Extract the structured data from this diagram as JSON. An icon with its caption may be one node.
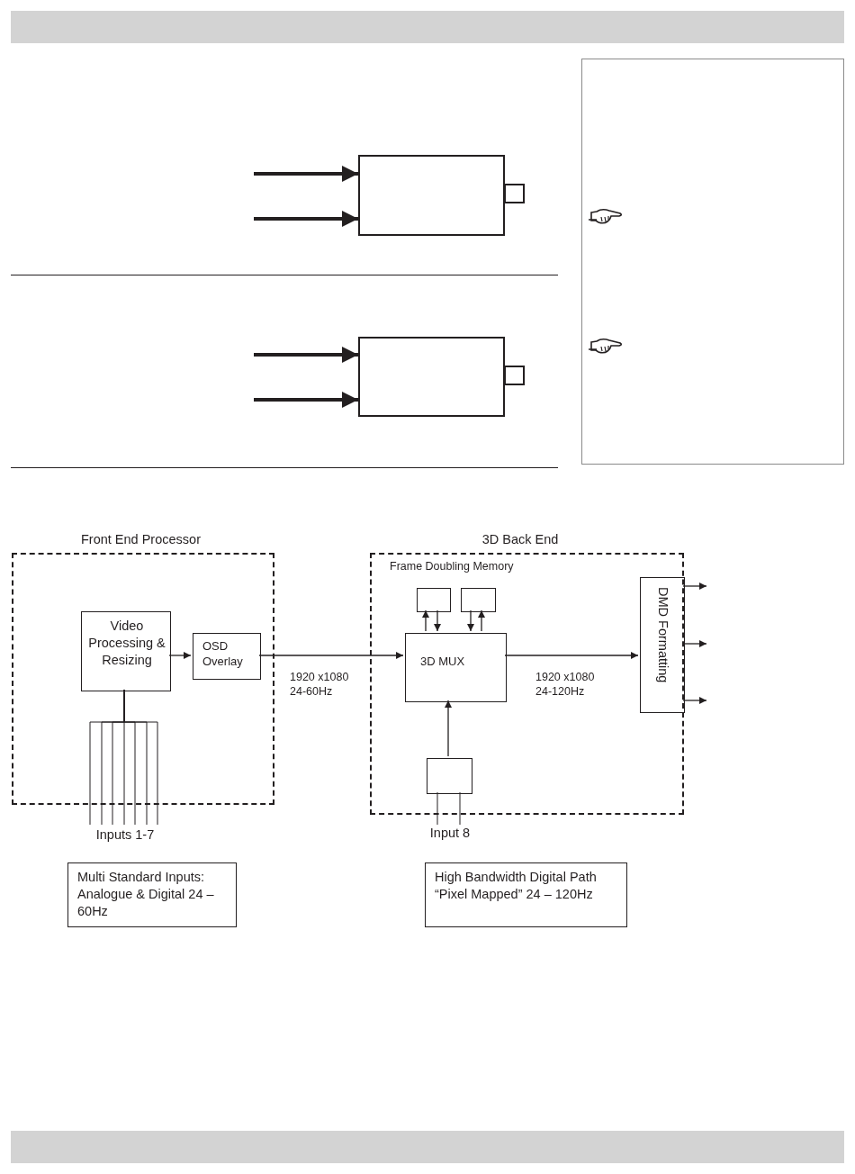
{
  "diagram": {
    "nodes": [
      {
        "text": [],
        "shape": "box"
      },
      {
        "text": [],
        "shape": "box"
      },
      {
        "text": [
          "Front End Processor"
        ]
      },
      {
        "text": [
          "Video Processing & Resizing"
        ],
        "in": 2
      },
      {
        "text": [
          "OSD Overlay"
        ],
        "in": 2
      },
      {
        "text": [
          "3D Back End",
          "Frame Doubling Memory"
        ]
      },
      {
        "text": [],
        "shape": "box",
        "in": 5
      },
      {
        "text": [],
        "shape": "box",
        "in": 5
      },
      {
        "text": [
          "3D MUX"
        ],
        "in": 5
      },
      {
        "text": [],
        "shape": "box",
        "in": 5
      },
      {
        "text": [
          "DMD Formatting"
        ],
        "in": 5
      },
      {
        "text": [
          "Multi Standard Inputs: Analogue & Digital 24 – 60Hz"
        ]
      },
      {
        "text": [
          "High Bandwidth Digital Path “Pixel Mapped” 24 – 120Hz"
        ]
      },
      {
        "text": [
          "Inputs 1-7"
        ]
      },
      {
        "text": [
          "Input 8"
        ]
      }
    ],
    "edges": [
      {
        "from": null,
        "to": 0,
        "arrow": "to",
        "style": "thick"
      },
      {
        "from": null,
        "to": 0,
        "arrow": "to",
        "style": "thick"
      },
      {
        "from": null,
        "to": 1,
        "arrow": "to",
        "style": "thick"
      },
      {
        "from": null,
        "to": 1,
        "arrow": "to",
        "style": "thick"
      },
      {
        "from": 3,
        "to": 4,
        "arrow": "to"
      },
      {
        "from": 4,
        "to": 8,
        "arrow": "to",
        "label": "1920 x1080 24-60Hz"
      },
      {
        "from": 8,
        "to": 6,
        "arrow": "to"
      },
      {
        "from": 6,
        "to": 8,
        "arrow": "to"
      },
      {
        "from": 7,
        "to": 8,
        "arrow": "to"
      },
      {
        "from": 8,
        "to": 7,
        "arrow": "to"
      },
      {
        "from": 9,
        "to": 8,
        "arrow": "to"
      },
      {
        "from": 8,
        "to": 10,
        "arrow": "to",
        "label": "1920 x1080 24-120Hz"
      },
      {
        "from": 10,
        "to": null,
        "arrow": "to"
      },
      {
        "from": 10,
        "to": null,
        "arrow": "to"
      },
      {
        "from": 10,
        "to": null,
        "arrow": "to"
      },
      {
        "from": 13,
        "to": 3,
        "arrow": "none"
      },
      {
        "from": 13,
        "to": 3,
        "arrow": "none"
      },
      {
        "from": 13,
        "to": 3,
        "arrow": "none"
      },
      {
        "from": 13,
        "to": 3,
        "arrow": "none"
      },
      {
        "from": 13,
        "to": 3,
        "arrow": "none"
      },
      {
        "from": 13,
        "to": 3,
        "arrow": "none"
      },
      {
        "from": 13,
        "to": 3,
        "arrow": "none"
      },
      {
        "from": 14,
        "to": 9,
        "arrow": "none"
      },
      {
        "from": 14,
        "to": 9,
        "arrow": "none"
      }
    ]
  }
}
